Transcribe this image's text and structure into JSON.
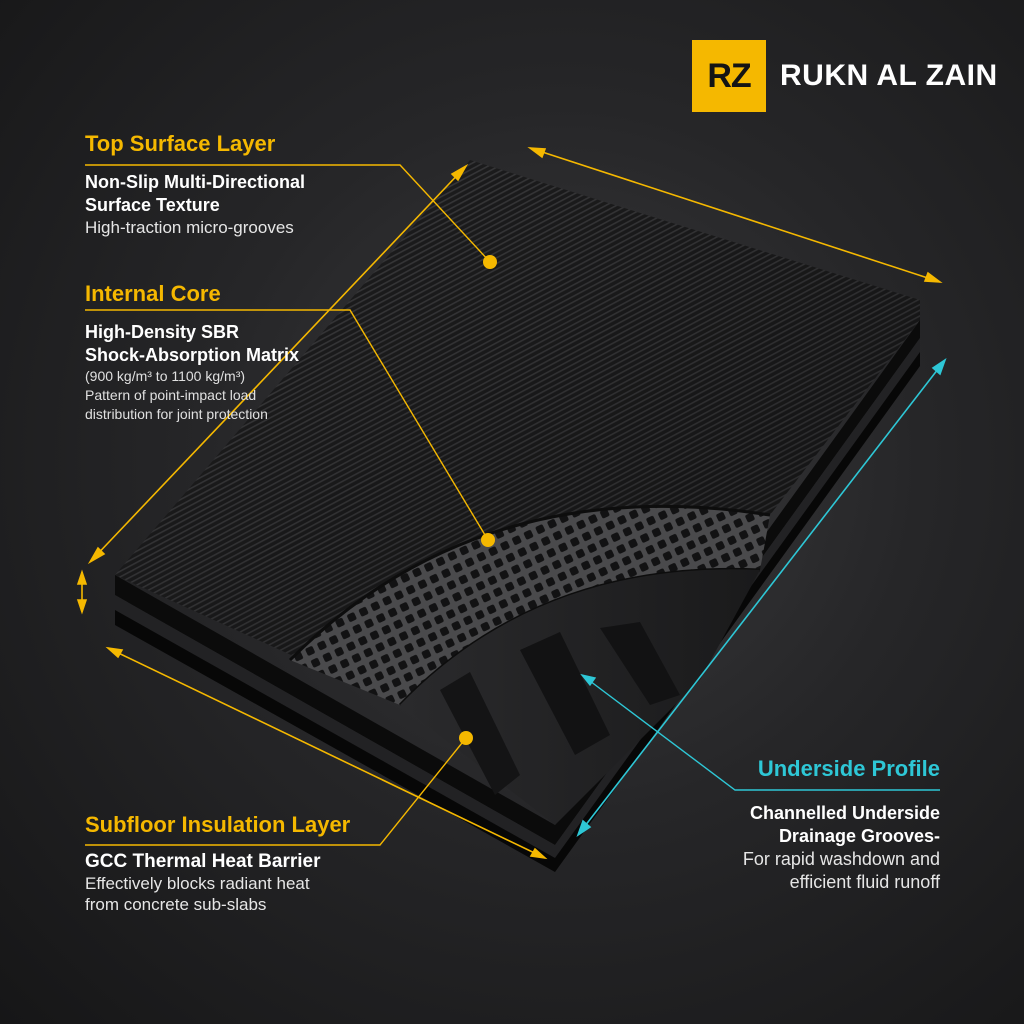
{
  "brand": {
    "mark": "RZ",
    "name": "RUKN AL ZAIN",
    "accent": "#f5b800",
    "cyan": "#2ec7d6"
  },
  "top_surface": {
    "heading": "Top Surface Layer",
    "sub_lines": [
      "Non-Slip Multi-Directional",
      "Surface Texture"
    ],
    "desc": "High-traction micro-grooves"
  },
  "internal_core": {
    "heading": "Internal Core",
    "sub_lines": [
      "High-Density SBR",
      "Shock-Absorption Matrix"
    ],
    "detail_lines": [
      "(900 kg/m³ to 1100 kg/m³)",
      "Pattern of point-impact load",
      "distribution for joint protection"
    ]
  },
  "subfloor": {
    "heading": "Subfloor Insulation Layer",
    "sub": "GCC Thermal Heat Barrier",
    "desc_lines": [
      "Effectively blocks radiant heat",
      "from concrete sub-slabs"
    ]
  },
  "underside": {
    "heading": "Underside Profile",
    "sub_lines": [
      "Channelled Underside",
      "Drainage Grooves-"
    ],
    "desc_lines": [
      "For rapid washdown and",
      "efficient fluid runoff"
    ]
  }
}
